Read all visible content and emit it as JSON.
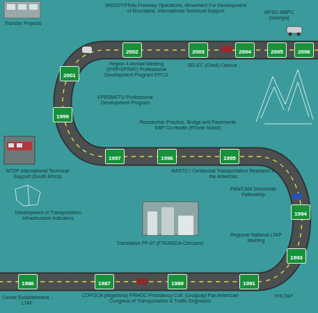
{
  "diagram": {
    "nodes": [
      {
        "text": [
          "1986"
        ]
      },
      {
        "text": [
          "1987"
        ]
      },
      {
        "text": [
          "1989"
        ]
      },
      {
        "text": [
          "1991"
        ]
      },
      {
        "text": [
          "1993"
        ]
      },
      {
        "text": [
          "1994"
        ]
      },
      {
        "text": [
          "1995"
        ]
      },
      {
        "text": [
          "1996"
        ]
      },
      {
        "text": [
          "1997"
        ]
      },
      {
        "text": [
          "1999"
        ]
      },
      {
        "text": [
          "2001"
        ]
      },
      {
        "text": [
          "2002"
        ]
      },
      {
        "text": [
          "2003"
        ]
      },
      {
        "text": [
          "2004"
        ]
      },
      {
        "text": [
          "2005"
        ]
      },
      {
        "text": [
          "2006"
        ]
      }
    ],
    "labels": [
      "Transfer Projects",
      "WSDOT/FRAs Freeway Operations, Movement For Development of Mountains, International Technical Support",
      "WFSO MBPC (Georgia)",
      "Region 4 Annual Meeting (IFRP/SPRAT) Professional Development Program EPCG",
      "SELEC (Grad) Caucus",
      "EPRSMETU Professional Development Program",
      "Researcher-Practice, Bridge and Pavements EBP Co Health (Rhode Island)",
      "NTDP International Technical Support (South Africa)",
      "NASTO / Centennial Transportation Research in the Americas",
      "PAN/CAM Silverchair Fellowship",
      "Regional National LTAP Meeting",
      "Development of Transportation Infrastructure Indicators",
      "Translation FP-07 (FTA/NSDA Circulars)",
      "FHLTAP",
      "Center Establishment - LTAP",
      "COPOCA (Argentina) PRHOC Presidency Coll. (Uruguay) Pan American Congress of Transportation & Traffic Engineers"
    ]
  }
}
